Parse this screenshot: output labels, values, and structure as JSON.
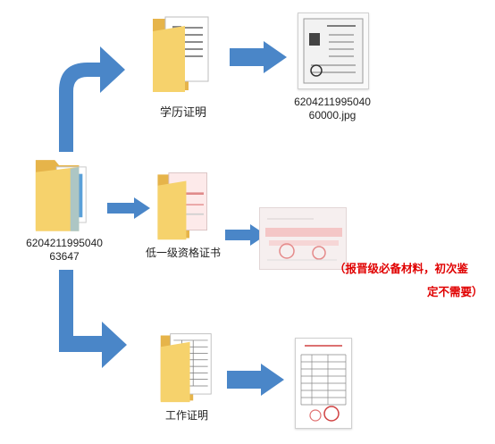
{
  "root": {
    "name_line1": "6204211995040",
    "name_line2": "63647"
  },
  "education": {
    "folder_label": "学历证明",
    "file_line1": "6204211995040",
    "file_line2": "60000.jpg"
  },
  "qualification": {
    "folder_label": "低一级资格证书",
    "note_line1": "（报晋级必备材料，初次鉴",
    "note_line2": "定不需要）"
  },
  "work": {
    "folder_label": "工作证明"
  },
  "colors": {
    "arrow": "#4a86c8",
    "folder": "#f2c65a",
    "note": "#e00000"
  }
}
